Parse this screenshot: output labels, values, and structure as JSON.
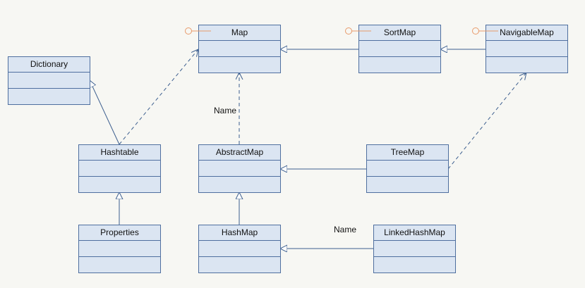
{
  "diagram": {
    "classes": [
      {
        "id": "map",
        "name": "Map",
        "interface": true
      },
      {
        "id": "sortmap",
        "name": "SortMap",
        "interface": true
      },
      {
        "id": "navigablemap",
        "name": "NavigableMap",
        "interface": true
      },
      {
        "id": "dictionary",
        "name": "Dictionary",
        "interface": false
      },
      {
        "id": "hashtable",
        "name": "Hashtable",
        "interface": false
      },
      {
        "id": "abstractmap",
        "name": "AbstractMap",
        "interface": false
      },
      {
        "id": "treemap",
        "name": "TreeMap",
        "interface": false
      },
      {
        "id": "properties",
        "name": "Properties",
        "interface": false
      },
      {
        "id": "hashmap",
        "name": "HashMap",
        "interface": false
      },
      {
        "id": "linkedhashmap",
        "name": "LinkedHashMap",
        "interface": false
      }
    ],
    "relations": [
      {
        "from": "sortmap",
        "to": "map",
        "type": "generalization"
      },
      {
        "from": "navigablemap",
        "to": "sortmap",
        "type": "generalization"
      },
      {
        "from": "hashtable",
        "to": "dictionary",
        "type": "generalization"
      },
      {
        "from": "hashtable",
        "to": "map",
        "type": "realization"
      },
      {
        "from": "abstractmap",
        "to": "map",
        "type": "realization",
        "label": "Name"
      },
      {
        "from": "treemap",
        "to": "abstractmap",
        "type": "generalization"
      },
      {
        "from": "treemap",
        "to": "navigablemap",
        "type": "realization"
      },
      {
        "from": "properties",
        "to": "hashtable",
        "type": "generalization"
      },
      {
        "from": "hashmap",
        "to": "abstractmap",
        "type": "generalization"
      },
      {
        "from": "linkedhashmap",
        "to": "hashmap",
        "type": "generalization",
        "label": "Name"
      }
    ]
  },
  "colors": {
    "box_fill": "#dbe5f2",
    "box_stroke": "#4f6f9f",
    "edge": "#3d5f8f",
    "interface_marker": "#e89a6a"
  }
}
